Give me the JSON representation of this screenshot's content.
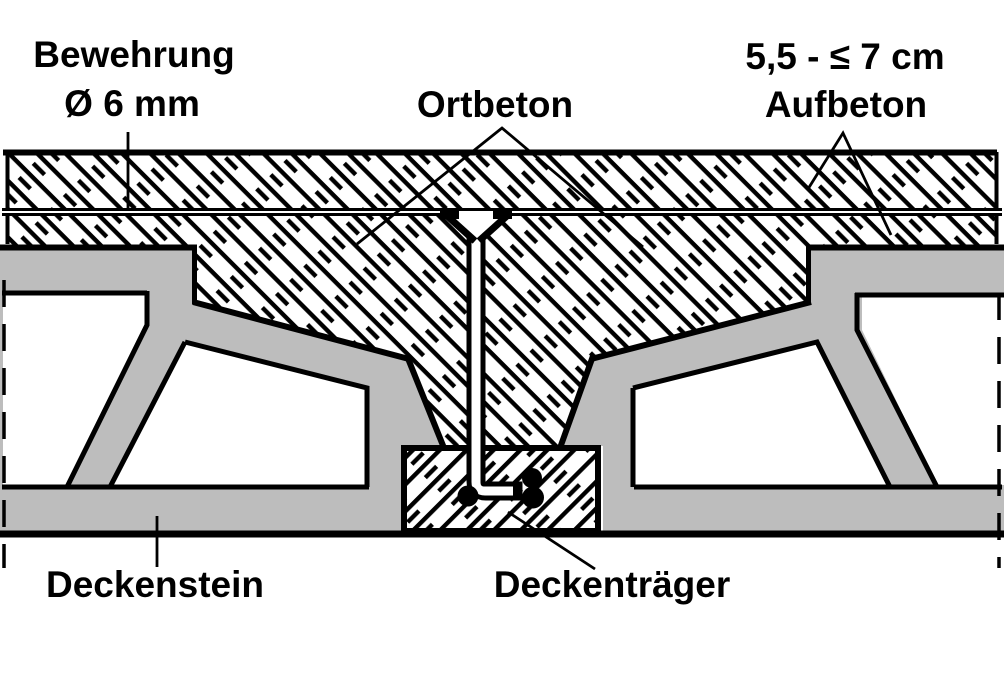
{
  "drawing": {
    "labels": {
      "reinforcement_line1": "Bewehrung",
      "reinforcement_line2": "Ø 6 mm",
      "in_situ_concrete": "Ortbeton",
      "topping_thickness": "5,5 - ≤ 7 cm",
      "topping_concrete": "Aufbeton",
      "ceiling_block": "Deckenstein",
      "ceiling_beam": "Deckenträger"
    },
    "colors": {
      "ink": "#000000",
      "block_gray": "#bdbdbd",
      "background": "#ffffff"
    }
  }
}
